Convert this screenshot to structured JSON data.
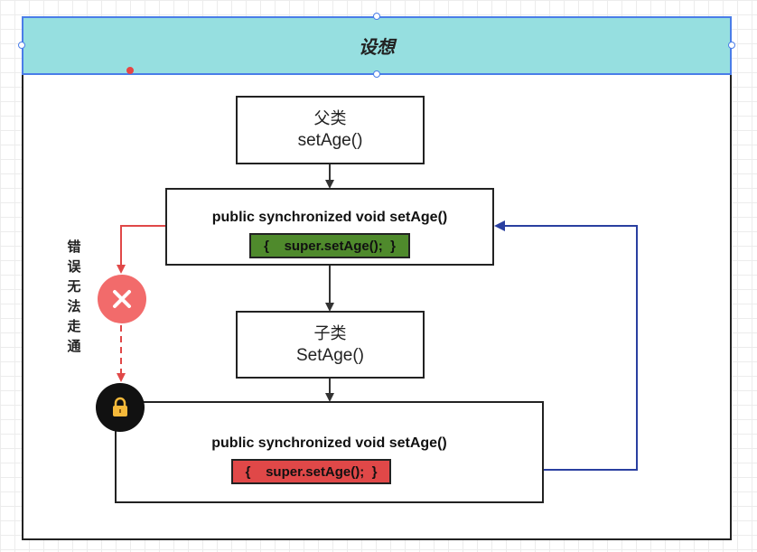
{
  "header": {
    "title": "设想"
  },
  "parent_class": {
    "label": "父类",
    "method": "setAge()"
  },
  "parent_method": {
    "signature": "public synchronized void setAge()",
    "body": "{    super.setAge();  }"
  },
  "child_class": {
    "label": "子类",
    "method": "SetAge()"
  },
  "child_method": {
    "signature": "public synchronized void setAge()",
    "body": "{    super.setAge();  }"
  },
  "error_note": "错\n误\n无\n法\n走\n通",
  "colors": {
    "header_bg": "#96dfe0",
    "parent_body": "#4f8a2c",
    "child_body": "#e04848",
    "error_arrow": "#e04848",
    "return_arrow": "#2a3fa0",
    "error_icon": "#f26b6b"
  },
  "icons": {
    "error": "close-icon",
    "lock": "lock-icon"
  }
}
